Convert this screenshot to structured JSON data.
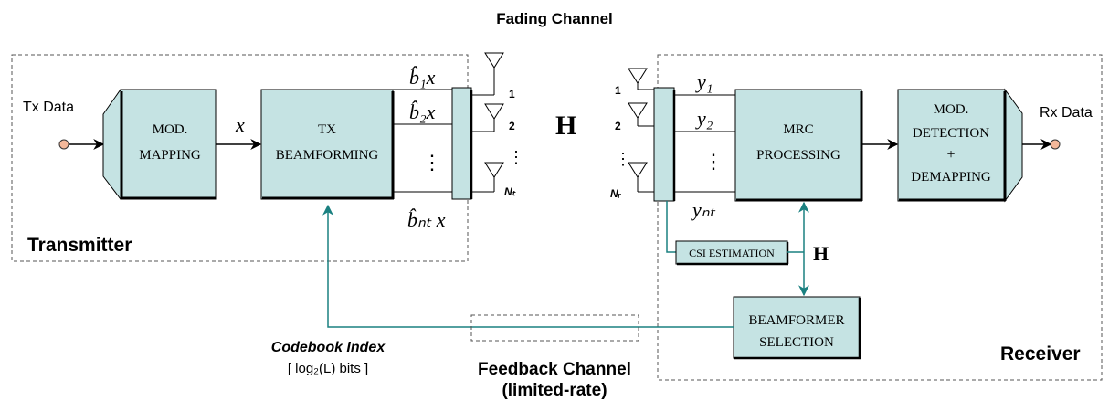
{
  "title": "Fading Channel",
  "transmitter": {
    "label": "Transmitter",
    "tx_data": "Tx Data",
    "mod_mapping": [
      "MOD.",
      "MAPPING"
    ],
    "x_symbol": "x",
    "tx_beamforming": [
      "TX",
      "BEAMFORMING"
    ],
    "streams": [
      "b̂₁x",
      "b̂₂x",
      "⋮",
      "b̂ₙₜ x"
    ],
    "antennas": [
      "1",
      "2",
      "⋮",
      "Nₜ"
    ]
  },
  "channel": {
    "symbol": "H"
  },
  "receiver": {
    "label": "Receiver",
    "rx_data": "Rx Data",
    "antennas": [
      "1",
      "2",
      "⋮",
      "Nᵣ"
    ],
    "signals": [
      "y₁",
      "y₂",
      "⋮",
      "yₙₜ"
    ],
    "mrc_processing": [
      "MRC",
      "PROCESSING"
    ],
    "mod_detection": [
      "MOD.",
      "DETECTION",
      "+",
      "DEMAPPING"
    ],
    "csi_estimation": "CSI ESTIMATION",
    "h_symbol": "H",
    "beamformer_selection": [
      "BEAMFORMER",
      "SELECTION"
    ]
  },
  "feedback": {
    "codebook_index": "Codebook Index",
    "bits": "[ log₂(L) bits ]",
    "channel_label": "Feedback Channel",
    "rate": "(limited-rate)"
  },
  "colors": {
    "block_fill": "#c5e3e3",
    "feedback_line": "#1a8080",
    "dashed": "#555555"
  }
}
